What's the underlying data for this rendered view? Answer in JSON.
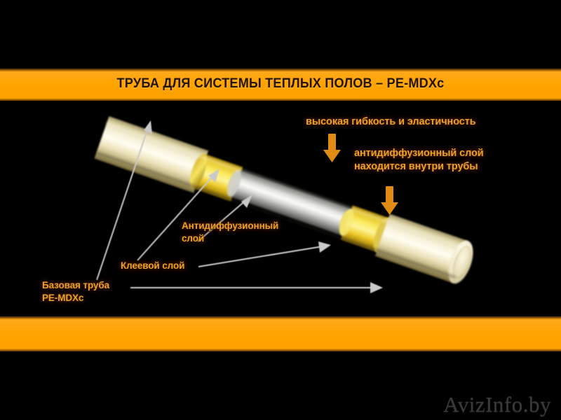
{
  "banner": {
    "title": "ТРУБА ДЛЯ СИСТЕМЫ ТЕПЛЫХ ПОЛОВ – PE-MDXc",
    "color": "#ffa400",
    "text_color": "#241402"
  },
  "labels": {
    "flexibility": "высокая гибкость и эластичность",
    "antidiffusion_right": "антидиффузионный слой\nнаходится внутри трубы",
    "antidiffusion_left": "Антидиффузионный\nслой",
    "glue_layer": "Клеевой слой",
    "base_pipe": "Базовая труба\nPE-MDXc",
    "color": "#eda224"
  },
  "diagram": {
    "subject": "pe-mdxc-underfloor-heating-pipe-cutaway",
    "layers": [
      {
        "name": "base-pipe-pe-mdxc",
        "color": "#efe7c8"
      },
      {
        "name": "glue-layer",
        "color": "#f2d23a"
      },
      {
        "name": "antidiffusion-layer",
        "color": "#c9c9c4"
      }
    ],
    "arrow_color_callout": "#c9c9c9",
    "arrow_color_down": "#e08c12",
    "background": "#000000"
  },
  "watermark": {
    "text": "AvizInfo.by",
    "color": "#3a3a3a"
  }
}
